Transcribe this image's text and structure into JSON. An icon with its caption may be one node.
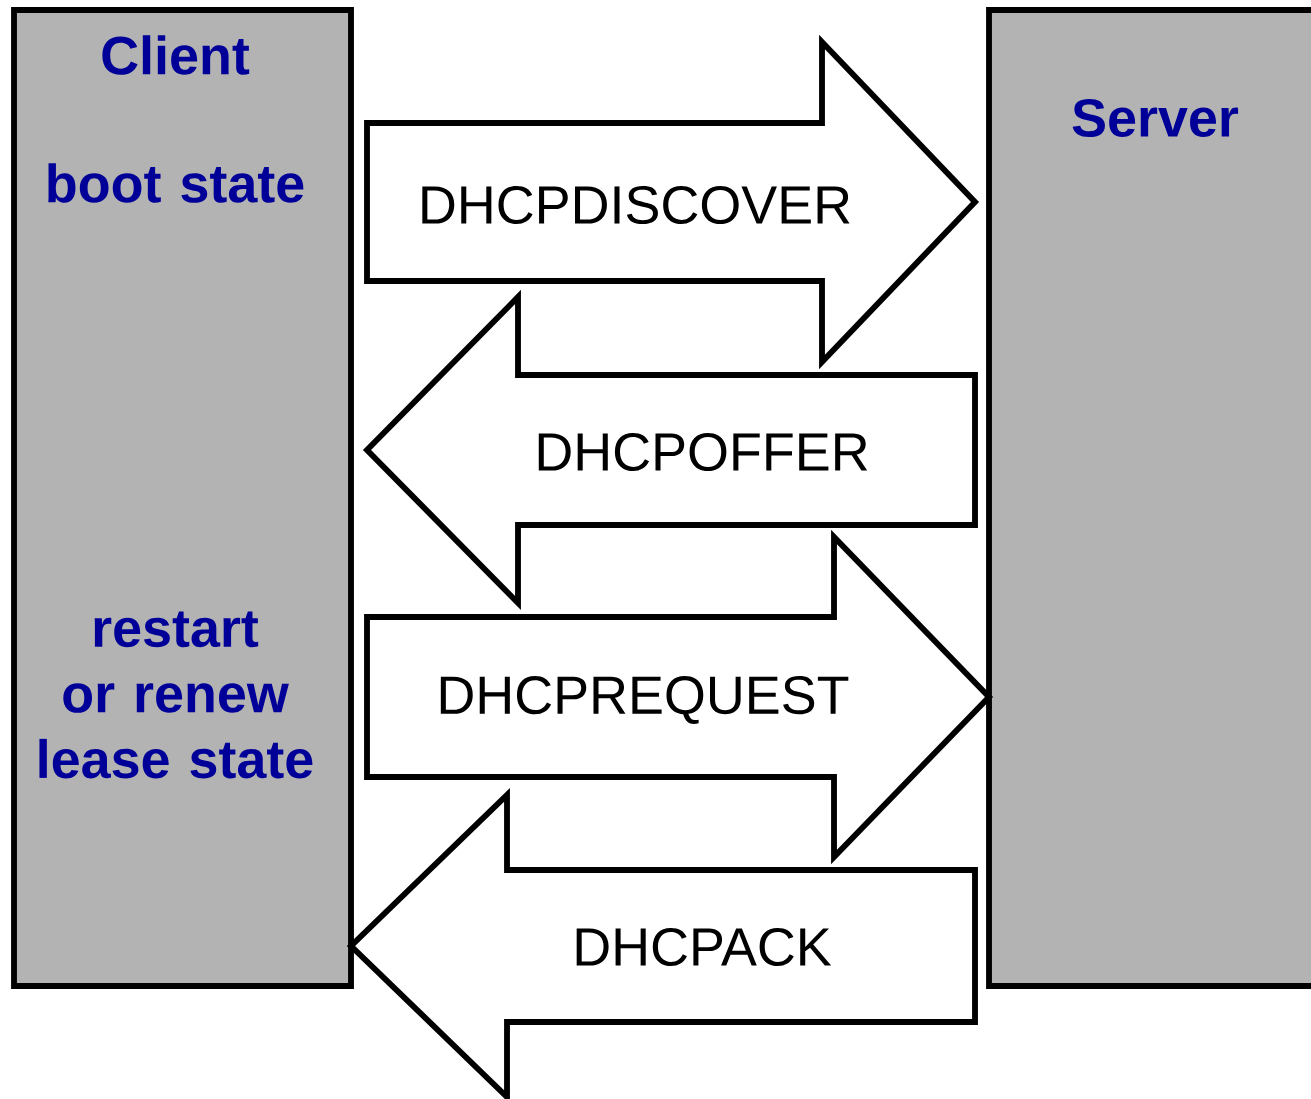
{
  "diagram": {
    "nodes": [
      {
        "text": [
          "Client",
          "boot state",
          "restart or renew lease state"
        ]
      },
      {
        "text": [
          "Server"
        ]
      }
    ],
    "edges": [
      {
        "from": 0,
        "to": 1,
        "arrow": "to",
        "label": "DHCPDISCOVER"
      },
      {
        "from": 1,
        "to": 0,
        "arrow": "to",
        "label": "DHCPOFFER"
      },
      {
        "from": 0,
        "to": 1,
        "arrow": "to",
        "label": "DHCPREQUEST"
      },
      {
        "from": 1,
        "to": 0,
        "arrow": "to",
        "label": "DHCPACK"
      }
    ]
  }
}
